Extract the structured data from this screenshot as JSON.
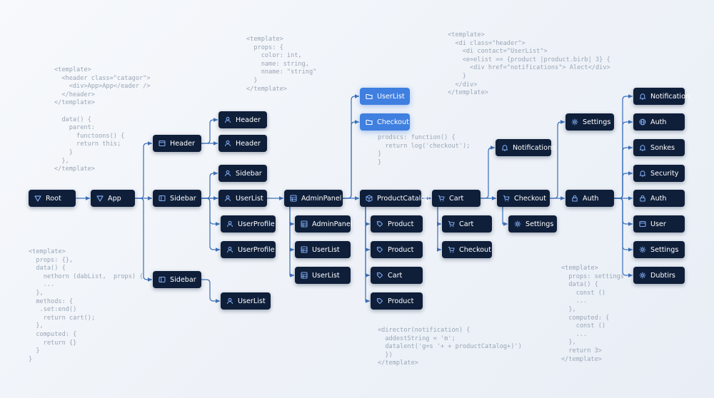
{
  "colors": {
    "node_bg": "#0f1f3a",
    "node_highlight": "#3f7fe0",
    "edge": "#3b6fb8",
    "icon": "#7fa8ec",
    "code_text": "#9aa6b6"
  },
  "code_snippets": [
    {
      "name": "snippet-top-left",
      "lines": [
        "<template>",
        "  <header class=\"catagor\">",
        "    <div>App>App</eader />",
        "  </header>",
        "</template>",
        "",
        "  data() {",
        "    parent:",
        "      functoons() {",
        "      return this;",
        "    }",
        "  },",
        "</template>"
      ]
    },
    {
      "name": "snippet-top-center",
      "lines": [
        "<template>",
        "  props: {",
        "    color: int,",
        "    name: string,",
        "    nname: \"string\"",
        "  }",
        "</template>"
      ]
    },
    {
      "name": "snippet-top-right",
      "lines": [
        "<template>",
        "  <di class=\"header\">",
        "    <di contact=\"UserList\">",
        "    <e=elist == {product |product.birb| 3} {",
        "      <div href=\"notifications\"> Alect</div>",
        "    }",
        "  </div>",
        "</template>"
      ]
    },
    {
      "name": "snippet-middle",
      "lines": [
        "prodscs: function() {",
        "  return log('checkout');",
        "}",
        "}"
      ]
    },
    {
      "name": "snippet-bottom-left",
      "lines": [
        "<template>",
        "  props: {},",
        "  data() {",
        "    nethorn (dabList,  props) {",
        "    ...",
        "  },",
        "  methods: {",
        "   .set:end()",
        "    return cart();",
        "  },",
        "  computed: {",
        "    return {}",
        "  }",
        "}"
      ]
    },
    {
      "name": "snippet-bottom-center",
      "lines": [
        "<director(notification) {",
        "  addestString = 'm';",
        "  datalent('g=s '+ + productCatalog+)')",
        "  })",
        "</template>"
      ]
    },
    {
      "name": "snippet-bottom-right",
      "lines": [
        "<template>",
        "  props: settings",
        "  data() {",
        "    const ()",
        "    ...",
        "  },",
        "  computed: {",
        "    const ()",
        "    ...",
        "  },",
        "  return 3>",
        "</template>"
      ]
    }
  ],
  "nodes": [
    {
      "id": "root",
      "label": "Root",
      "icon": "vue-logo-icon"
    },
    {
      "id": "app",
      "label": "App",
      "icon": "vue-logo-icon"
    },
    {
      "id": "header1",
      "label": "Header",
      "icon": "window-icon"
    },
    {
      "id": "sidebar1",
      "label": "Sidebar",
      "icon": "sidebar-icon"
    },
    {
      "id": "sidebar2",
      "label": "Sidebar",
      "icon": "sidebar-icon"
    },
    {
      "id": "header2",
      "label": "Header",
      "icon": "user-icon"
    },
    {
      "id": "header3",
      "label": "Header",
      "icon": "user-icon"
    },
    {
      "id": "sidebar3",
      "label": "Sidebar",
      "icon": "user-icon"
    },
    {
      "id": "userlist1",
      "label": "UserList",
      "icon": "user-icon"
    },
    {
      "id": "userprofile1",
      "label": "UserProfile",
      "icon": "user-icon"
    },
    {
      "id": "userprofile2",
      "label": "UserProfile",
      "icon": "user-icon"
    },
    {
      "id": "userlist2",
      "label": "UserList",
      "icon": "user-icon"
    },
    {
      "id": "adminpanel1",
      "label": "AdminPanel",
      "icon": "grid-icon"
    },
    {
      "id": "adminpanel2",
      "label": "AdminPanel",
      "icon": "grid-icon"
    },
    {
      "id": "userlist3",
      "label": "UserList",
      "icon": "grid-icon"
    },
    {
      "id": "userlist4",
      "label": "UserList",
      "icon": "grid-icon"
    },
    {
      "id": "userlist5",
      "label": "UserList",
      "icon": "folder-icon",
      "highlight": true
    },
    {
      "id": "checkout1",
      "label": "Checkout",
      "icon": "folder-icon",
      "highlight": true
    },
    {
      "id": "productcatalog",
      "label": "ProductCatalog",
      "icon": "box-icon"
    },
    {
      "id": "product1",
      "label": "Product",
      "icon": "tag-icon"
    },
    {
      "id": "product2",
      "label": "Product",
      "icon": "tag-icon"
    },
    {
      "id": "cart1",
      "label": "Cart",
      "icon": "tag-icon"
    },
    {
      "id": "product3",
      "label": "Product",
      "icon": "tag-icon"
    },
    {
      "id": "cart2",
      "label": "Cart",
      "icon": "cart-icon"
    },
    {
      "id": "cart3",
      "label": "Cart",
      "icon": "cart-icon"
    },
    {
      "id": "checkout2",
      "label": "Checkout",
      "icon": "cart-icon"
    },
    {
      "id": "notifications1",
      "label": "Notifications",
      "icon": "bell-icon"
    },
    {
      "id": "checkout3",
      "label": "Checkout",
      "icon": "cart-icon"
    },
    {
      "id": "settings1",
      "label": "Settings",
      "icon": "gear-icon"
    },
    {
      "id": "settings2",
      "label": "Settings",
      "icon": "gear-icon"
    },
    {
      "id": "auth1",
      "label": "Auth",
      "icon": "lock-icon"
    },
    {
      "id": "notification2",
      "label": "Notification",
      "icon": "bell-icon"
    },
    {
      "id": "auth2",
      "label": "Auth",
      "icon": "globe-icon"
    },
    {
      "id": "sonkes",
      "label": "Sonkes",
      "icon": "bell-icon"
    },
    {
      "id": "security",
      "label": "Security",
      "icon": "bell-icon"
    },
    {
      "id": "auth3",
      "label": "Auth",
      "icon": "lock-icon"
    },
    {
      "id": "user",
      "label": "User",
      "icon": "window-icon"
    },
    {
      "id": "settings3",
      "label": "Settings",
      "icon": "gear-icon"
    },
    {
      "id": "dubtirs",
      "label": "Dubtirs",
      "icon": "gear-icon"
    }
  ],
  "edges": [
    [
      "root",
      "app"
    ],
    [
      "app",
      "header1"
    ],
    [
      "app",
      "sidebar1"
    ],
    [
      "app",
      "sidebar2"
    ],
    [
      "header1",
      "header2"
    ],
    [
      "header1",
      "header3"
    ],
    [
      "sidebar1",
      "sidebar3"
    ],
    [
      "sidebar1",
      "userlist1"
    ],
    [
      "sidebar1",
      "userprofile1"
    ],
    [
      "sidebar1",
      "userprofile2"
    ],
    [
      "sidebar1",
      "adminpanel1"
    ],
    [
      "sidebar2",
      "userlist2"
    ],
    [
      "adminpanel1",
      "adminpanel2"
    ],
    [
      "adminpanel1",
      "userlist3"
    ],
    [
      "adminpanel1",
      "userlist4"
    ],
    [
      "adminpanel1",
      "userlist5"
    ],
    [
      "adminpanel1",
      "checkout1"
    ],
    [
      "adminpanel1",
      "productcatalog"
    ],
    [
      "productcatalog",
      "product1"
    ],
    [
      "productcatalog",
      "product2"
    ],
    [
      "productcatalog",
      "cart1"
    ],
    [
      "productcatalog",
      "product3"
    ],
    [
      "productcatalog",
      "cart2"
    ],
    [
      "cart2",
      "cart3"
    ],
    [
      "cart2",
      "checkout2"
    ],
    [
      "cart2",
      "notifications1"
    ],
    [
      "cart2",
      "checkout3"
    ],
    [
      "checkout3",
      "settings1"
    ],
    [
      "checkout3",
      "settings2"
    ],
    [
      "checkout3",
      "auth1"
    ],
    [
      "auth1",
      "notification2"
    ],
    [
      "auth1",
      "auth2"
    ],
    [
      "auth1",
      "sonkes"
    ],
    [
      "auth1",
      "security"
    ],
    [
      "auth1",
      "auth3"
    ],
    [
      "auth1",
      "user"
    ],
    [
      "auth1",
      "settings3"
    ],
    [
      "auth1",
      "dubtirs"
    ]
  ]
}
